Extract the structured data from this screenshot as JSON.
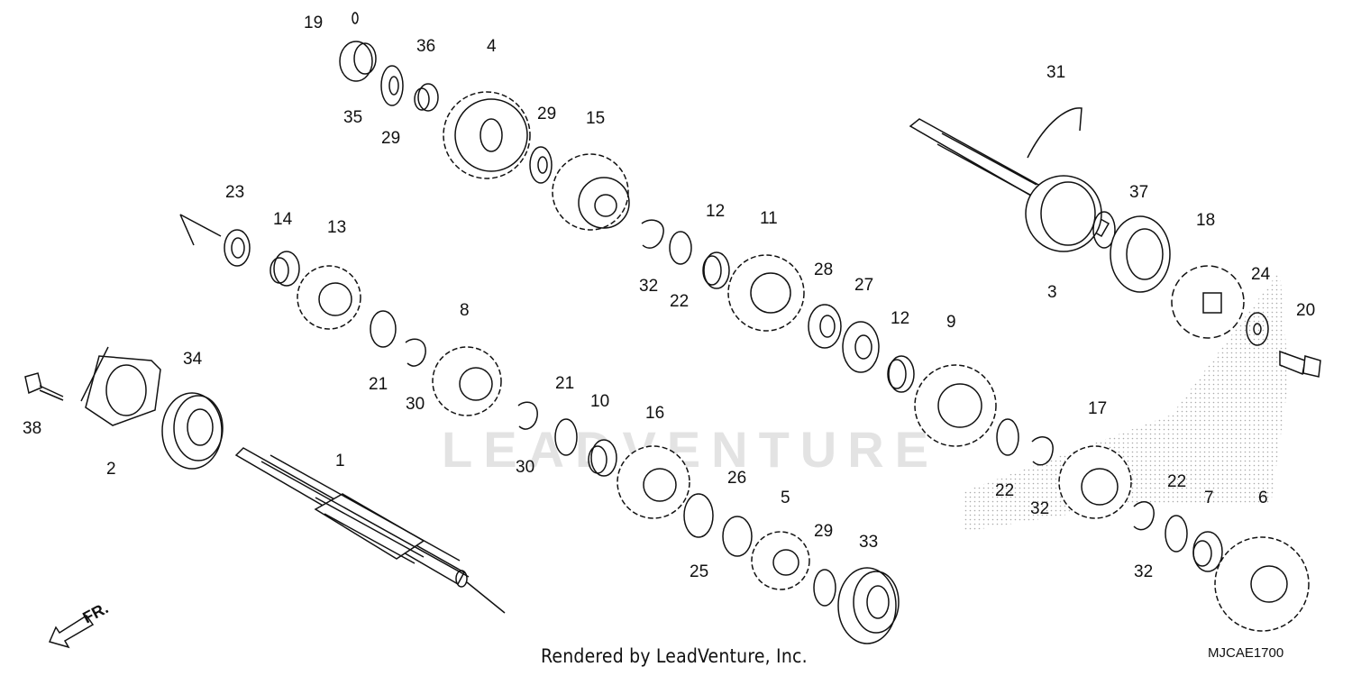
{
  "parts": [
    {
      "id": "p1",
      "label": "1"
    },
    {
      "id": "p2",
      "label": "2"
    },
    {
      "id": "p3",
      "label": "3"
    },
    {
      "id": "p4",
      "label": "4"
    },
    {
      "id": "p5",
      "label": "5"
    },
    {
      "id": "p6",
      "label": "6"
    },
    {
      "id": "p7",
      "label": "7"
    },
    {
      "id": "p8",
      "label": "8"
    },
    {
      "id": "p9",
      "label": "9"
    },
    {
      "id": "p10",
      "label": "10"
    },
    {
      "id": "p11",
      "label": "11"
    },
    {
      "id": "p12a",
      "label": "12"
    },
    {
      "id": "p12b",
      "label": "12"
    },
    {
      "id": "p13",
      "label": "13"
    },
    {
      "id": "p14",
      "label": "14"
    },
    {
      "id": "p15",
      "label": "15"
    },
    {
      "id": "p16",
      "label": "16"
    },
    {
      "id": "p17",
      "label": "17"
    },
    {
      "id": "p18",
      "label": "18"
    },
    {
      "id": "p19",
      "label": "19"
    },
    {
      "id": "p20",
      "label": "20"
    },
    {
      "id": "p21a",
      "label": "21"
    },
    {
      "id": "p21b",
      "label": "21"
    },
    {
      "id": "p22a",
      "label": "22"
    },
    {
      "id": "p22b",
      "label": "22"
    },
    {
      "id": "p22c",
      "label": "22"
    },
    {
      "id": "p23",
      "label": "23"
    },
    {
      "id": "p24",
      "label": "24"
    },
    {
      "id": "p25",
      "label": "25"
    },
    {
      "id": "p26",
      "label": "26"
    },
    {
      "id": "p27",
      "label": "27"
    },
    {
      "id": "p28",
      "label": "28"
    },
    {
      "id": "p29a",
      "label": "29"
    },
    {
      "id": "p29b",
      "label": "29"
    },
    {
      "id": "p29c",
      "label": "29"
    },
    {
      "id": "p30a",
      "label": "30"
    },
    {
      "id": "p30b",
      "label": "30"
    },
    {
      "id": "p31",
      "label": "31"
    },
    {
      "id": "p32a",
      "label": "32"
    },
    {
      "id": "p32b",
      "label": "32"
    },
    {
      "id": "p32c",
      "label": "32"
    },
    {
      "id": "p33",
      "label": "33"
    },
    {
      "id": "p34",
      "label": "34"
    },
    {
      "id": "p35",
      "label": "35"
    },
    {
      "id": "p36",
      "label": "36"
    },
    {
      "id": "p37",
      "label": "37"
    },
    {
      "id": "p38",
      "label": "38"
    }
  ],
  "front_label": "FR.",
  "caption": "Rendered by LeadVenture, Inc.",
  "diagram_code": "MJCAE1700",
  "watermark": "LEADVENTURE",
  "colors": {
    "line": "#111111",
    "watermark": "#e3e3e3"
  }
}
